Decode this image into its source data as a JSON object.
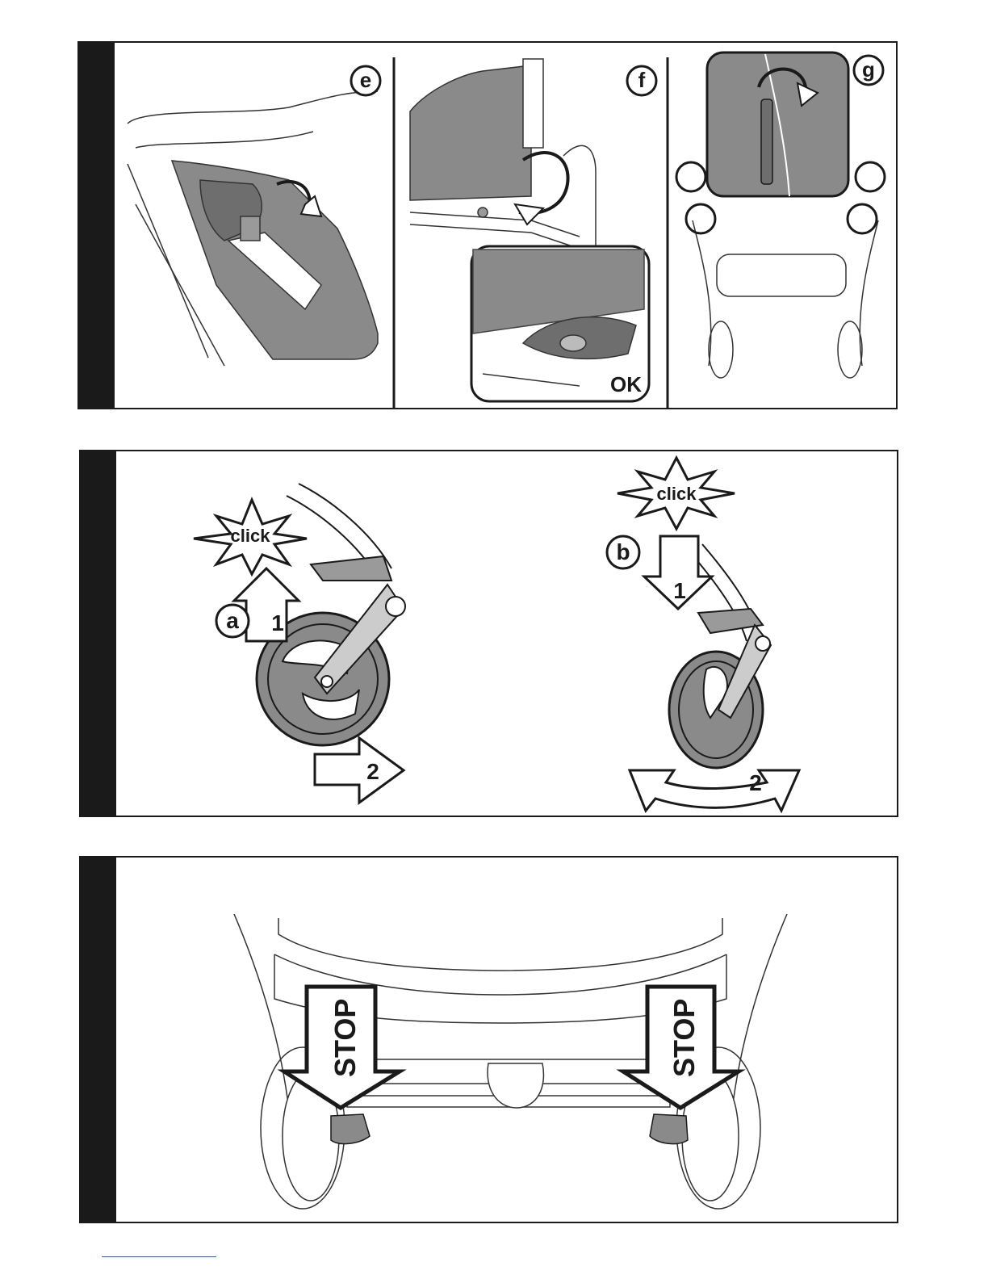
{
  "panels": [
    {
      "steps": [
        {
          "letter": "e"
        },
        {
          "letter": "f",
          "inset_text": "OK"
        },
        {
          "letter": "g"
        }
      ]
    },
    {
      "steps": [
        {
          "letter": "a",
          "burst_text": "click",
          "arrow_1": "1",
          "arrow_2": "2"
        },
        {
          "letter": "b",
          "burst_text": "click",
          "arrow_1": "1",
          "arrow_2": "2"
        }
      ]
    },
    {
      "stop_left": "STOP",
      "stop_right": "STOP"
    }
  ],
  "colors": {
    "frame": "#1a1a1a",
    "shade": "#8a8a8a",
    "light_shade": "#b4b4b4",
    "footer_line": "#2a52be"
  }
}
